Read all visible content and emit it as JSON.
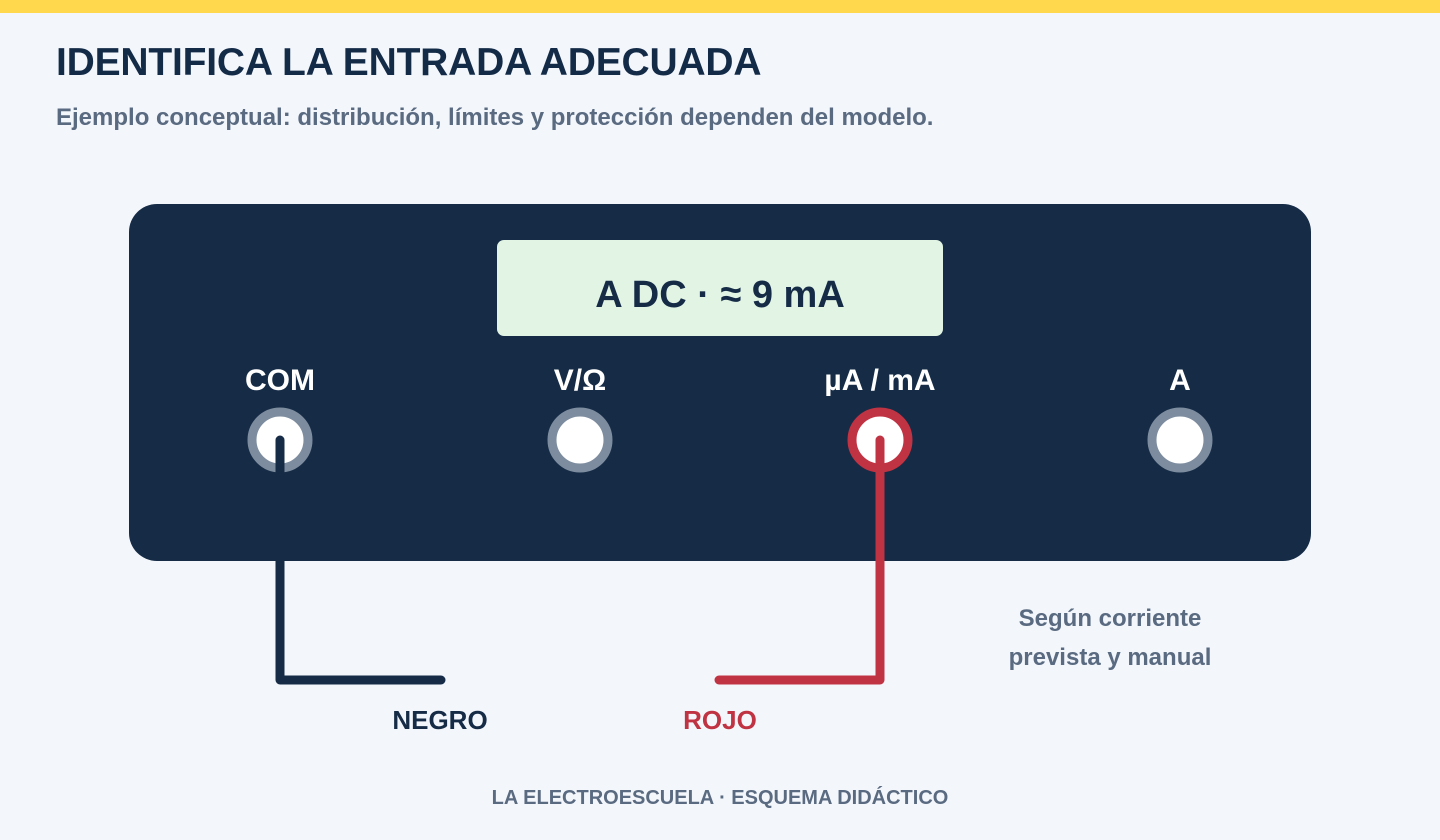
{
  "header": {
    "title": "IDENTIFICA LA ENTRADA ADECUADA",
    "subtitle": "Ejemplo conceptual: distribución, límites y protección dependen del modelo."
  },
  "meter": {
    "display": "A DC · ≈ 9 mA",
    "terminals": [
      {
        "label": "COM",
        "state": "connected-black"
      },
      {
        "label": "V/Ω",
        "state": "free"
      },
      {
        "label": "µA / mA",
        "state": "connected-red"
      },
      {
        "label": "A",
        "state": "free"
      }
    ]
  },
  "leads": {
    "black_label": "NEGRO",
    "red_label": "ROJO"
  },
  "note": {
    "line1": "Según corriente",
    "line2": "prevista y manual"
  },
  "footer": {
    "credit": "LA ELECTROESCUELA · ESQUEMA DIDÁCTICO"
  },
  "colors": {
    "accent_yellow": "#ffd84d",
    "meter_body": "#152b46",
    "display_bg": "#e2f4e4",
    "terminal_ring": "#7d8c9e",
    "red_lead": "#c03343",
    "black_lead": "#152b46",
    "muted_text": "#5a6a80"
  }
}
